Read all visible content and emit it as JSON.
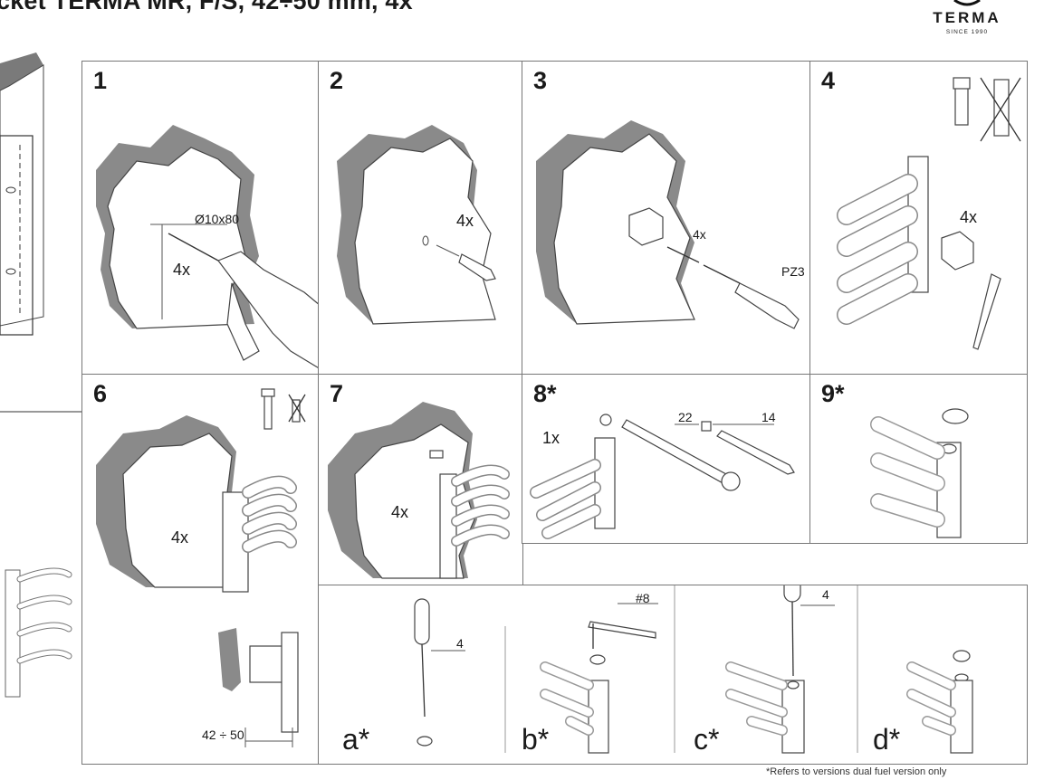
{
  "header": {
    "title": "cket TERMA MR, F/S, 42÷50 mm, 4x",
    "logo_word": "TERMA",
    "logo_since": "SINCE 1990"
  },
  "steps": [
    {
      "number": "1",
      "labels": [
        "Ø10x80",
        "4x"
      ]
    },
    {
      "number": "2",
      "labels": [
        "4x"
      ]
    },
    {
      "number": "3",
      "labels": [
        "4x",
        "PZ3"
      ]
    },
    {
      "number": "4",
      "labels": [
        "4x"
      ]
    },
    {
      "number": "6",
      "labels": [
        "4x",
        "42 ÷ 50"
      ]
    },
    {
      "number": "7",
      "labels": [
        "4x"
      ]
    },
    {
      "number": "8*",
      "labels": [
        "1x",
        "22",
        "14"
      ]
    },
    {
      "number": "9*",
      "labels": []
    }
  ],
  "substeps": [
    {
      "letter": "a*",
      "tool_label": "4"
    },
    {
      "letter": "b*",
      "tool_label": "#8"
    },
    {
      "letter": "c*",
      "tool_label": "4"
    },
    {
      "letter": "d*",
      "tool_label": ""
    }
  ],
  "footnote": "*Refers to versions dual fuel version only"
}
